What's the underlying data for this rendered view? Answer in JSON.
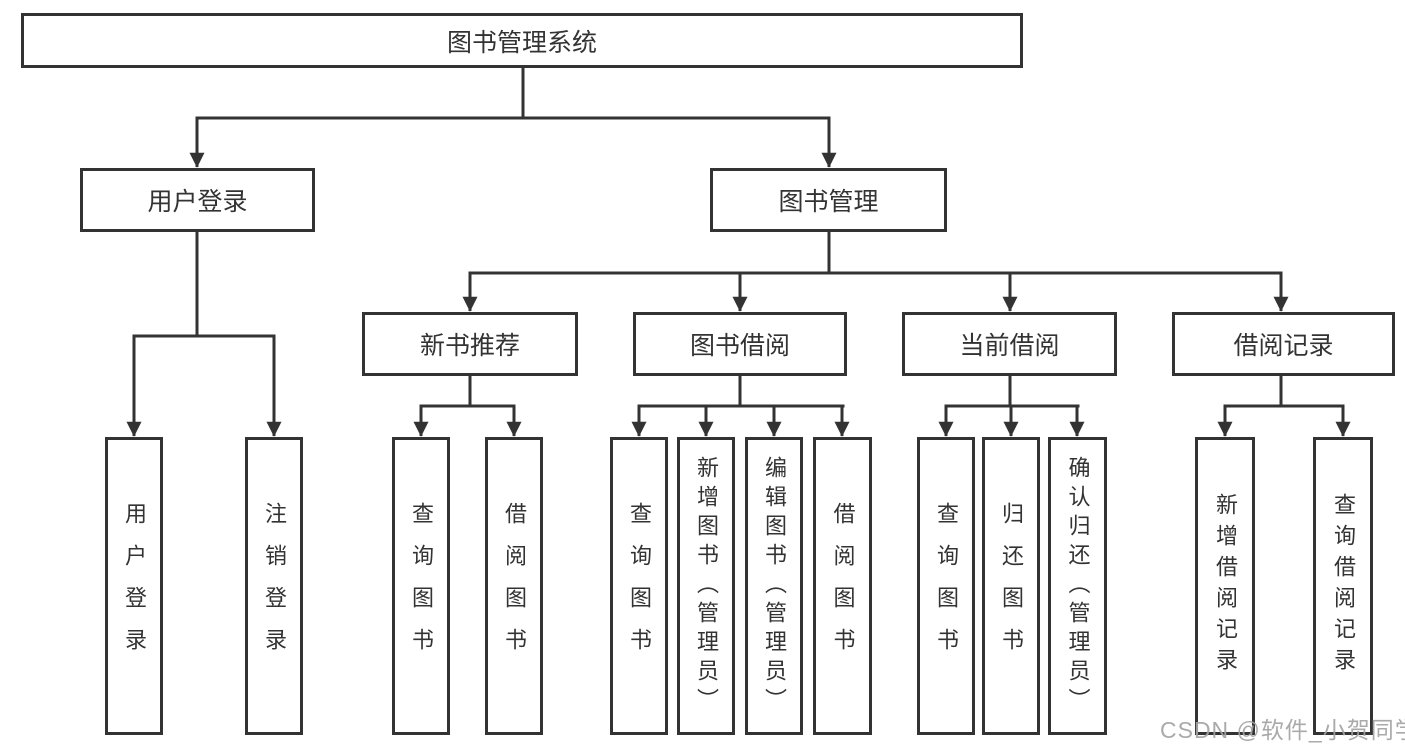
{
  "tree": {
    "label": "图书管理系统",
    "children": [
      {
        "label": "用户登录",
        "children": [
          {
            "label": "用户登录"
          },
          {
            "label": "注销登录"
          }
        ]
      },
      {
        "label": "图书管理",
        "children": [
          {
            "label": "新书推荐",
            "children": [
              {
                "label": "查询图书"
              },
              {
                "label": "借阅图书"
              }
            ]
          },
          {
            "label": "图书借阅",
            "children": [
              {
                "label": "查询图书"
              },
              {
                "label": "新增图书（管理员）"
              },
              {
                "label": "编辑图书（管理员）"
              },
              {
                "label": "借阅图书"
              }
            ]
          },
          {
            "label": "当前借阅",
            "children": [
              {
                "label": "查询图书"
              },
              {
                "label": "归还图书"
              },
              {
                "label": "确认归还（管理员）"
              }
            ]
          },
          {
            "label": "借阅记录",
            "children": [
              {
                "label": "新增借阅记录"
              },
              {
                "label": "查询借阅记录"
              }
            ]
          }
        ]
      }
    ]
  },
  "watermark": {
    "text": "CSDN @软件_小贺同学"
  },
  "colors": {
    "line": "#333333",
    "box_border": "#333333",
    "box_fill": "#ffffff",
    "text": "#333333",
    "watermark": "#a3a3a3",
    "background": "#ffffff"
  }
}
